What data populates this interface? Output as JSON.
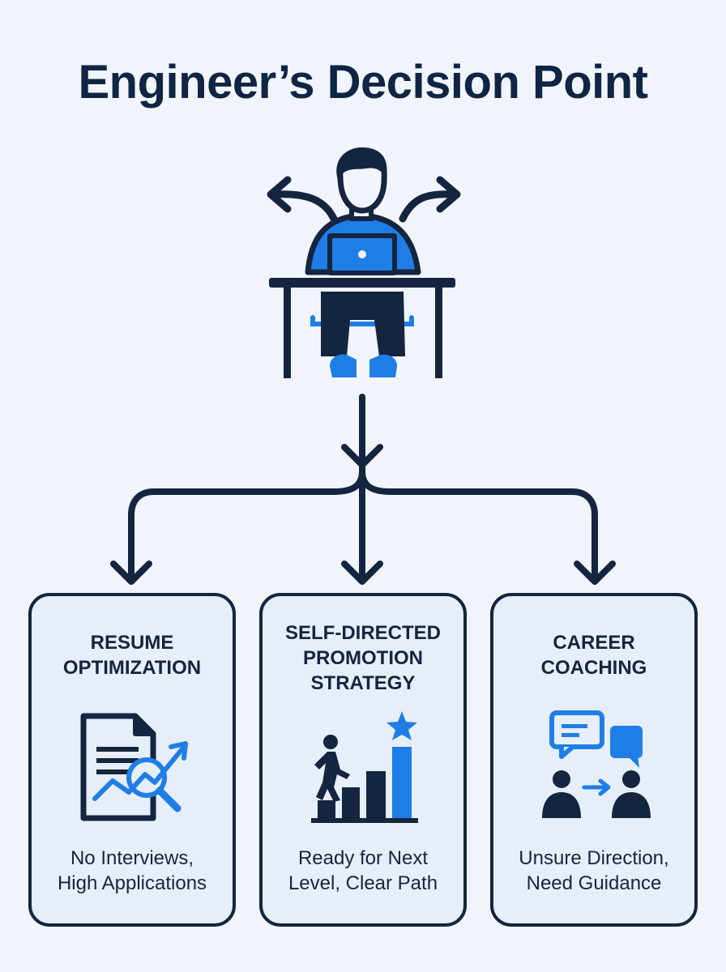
{
  "title": "Engineer’s Decision Point",
  "colors": {
    "navy": "#14253f",
    "blue": "#1f7ee6",
    "background": "#f1f5fb",
    "card": "#e6eef9"
  },
  "hero_icon": "engineer-at-desk-with-laptop-icon",
  "options": [
    {
      "title": "RESUME\nOPTIMIZATION",
      "description": "No Interviews,\nHigh Applications",
      "icon": "resume-analytics-icon"
    },
    {
      "title": "SELF-DIRECTED\nPROMOTION\nSTRATEGY",
      "description": "Ready for Next\nLevel, Clear Path",
      "icon": "climbing-bars-star-icon"
    },
    {
      "title": "CAREER\nCOACHING",
      "description": "Unsure Direction,\nNeed Guidance",
      "icon": "coaching-conversation-icon"
    }
  ]
}
